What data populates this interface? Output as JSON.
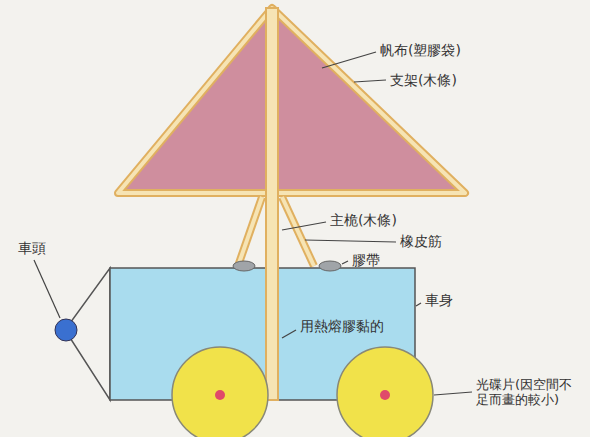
{
  "diagram": {
    "labels": [
      "帆布(塑膠袋)",
      "支架(木條)",
      "主桅(木條)",
      "橡皮筋",
      "膠帶",
      "車頭",
      "車身",
      "用熱熔膠黏的",
      "光碟片(因空間不足而畫的較小)"
    ]
  }
}
